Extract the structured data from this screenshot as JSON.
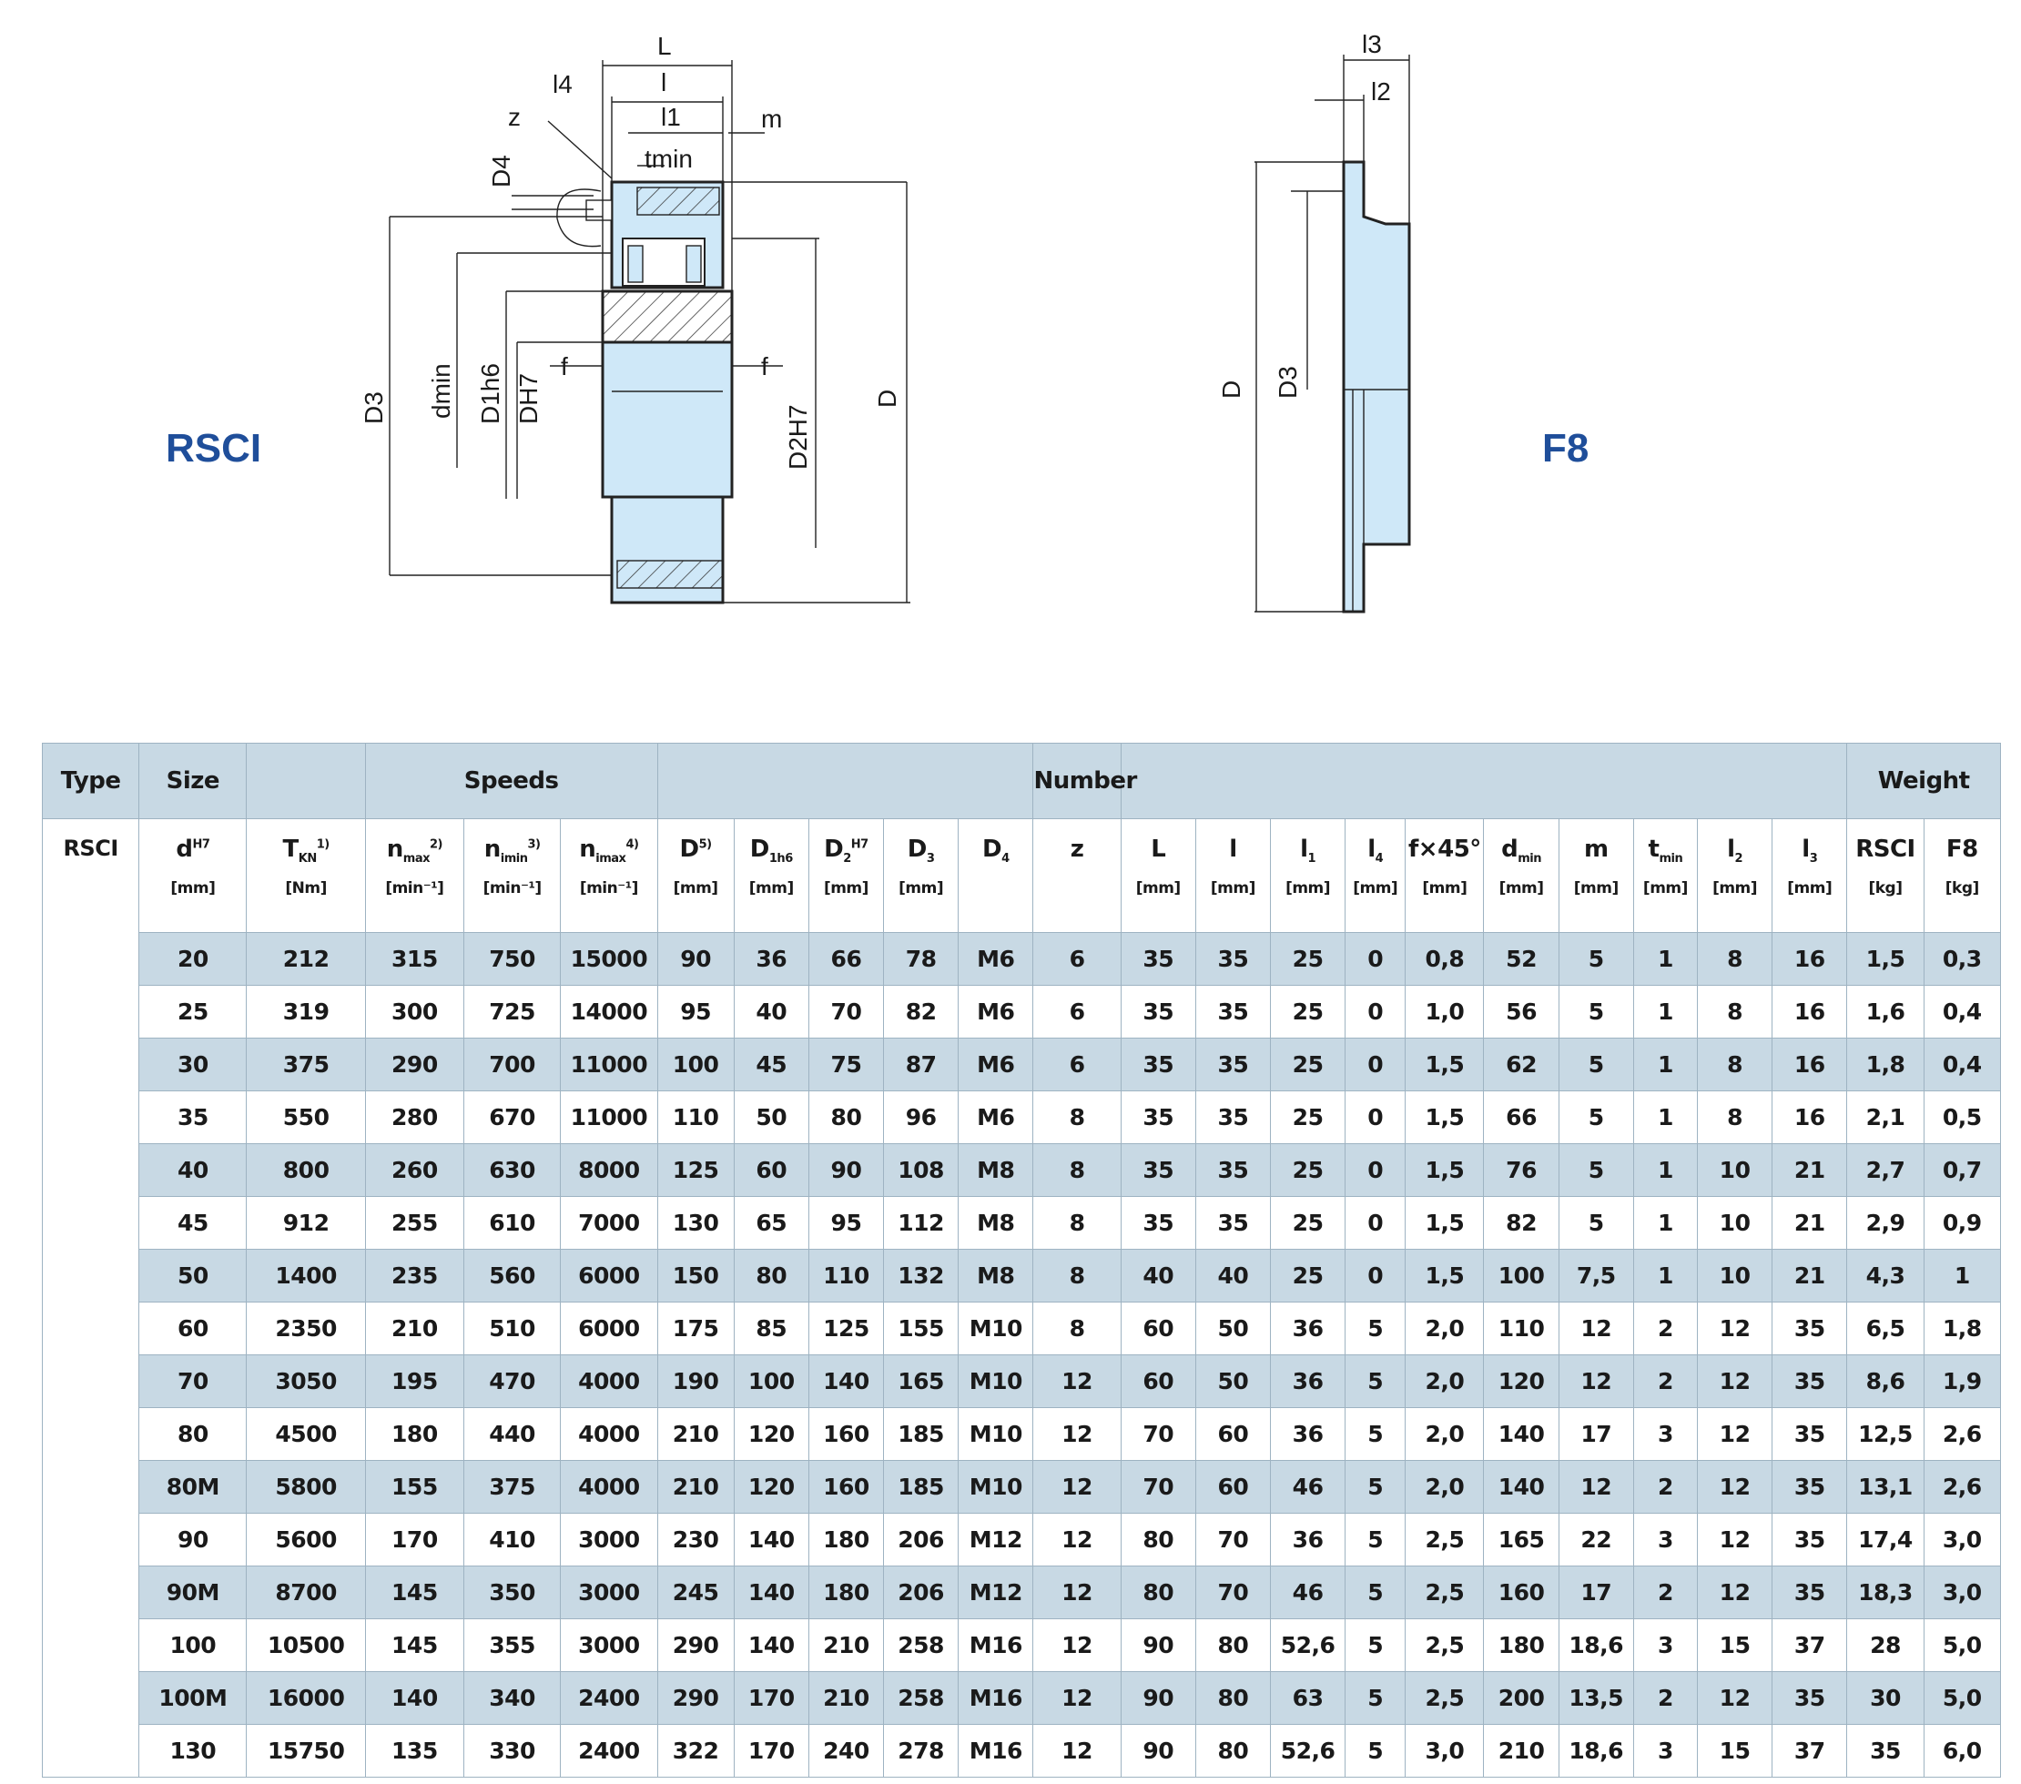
{
  "labels": {
    "rsci": "RSCI",
    "f8": "F8"
  },
  "drawing_labels": {
    "L": "L",
    "l": "l",
    "l1": "l1",
    "l4": "l4",
    "m": "m",
    "z": "z",
    "tmin": "tmin",
    "D4": "D4",
    "D3": "D3",
    "dmin": "dmin",
    "D1h6": "D1h6",
    "DH7": "DH7",
    "f": "f",
    "D2H7": "D2H7",
    "D": "D",
    "l3": "l3",
    "l2": "l2"
  },
  "colors": {
    "part_fill": "#cfe8f8",
    "header_bg": "#c8d9e4",
    "border": "#9eb3c2",
    "brand": "#1f4e9a"
  },
  "table": {
    "group_headers": {
      "type": "Type",
      "size": "Size",
      "speeds": "Speeds",
      "number": "Number",
      "weight": "Weight"
    },
    "columns": [
      {
        "sym": "d",
        "sup": "H7",
        "unit": "[mm]"
      },
      {
        "sym": "T",
        "sub": "KN",
        "sup": "1)",
        "unit": "[Nm]"
      },
      {
        "sym": "n",
        "sub": "max",
        "sup": "2)",
        "unit": "[min⁻¹]"
      },
      {
        "sym": "n",
        "sub": "imin",
        "sup": "3)",
        "unit": "[min⁻¹]"
      },
      {
        "sym": "n",
        "sub": "imax",
        "sup": "4)",
        "unit": "[min⁻¹]"
      },
      {
        "sym": "D",
        "sup": "5)",
        "unit": "[mm]"
      },
      {
        "sym": "D",
        "sub": "1h6",
        "unit": "[mm]"
      },
      {
        "sym": "D",
        "sub": "2",
        "sup": "H7",
        "unit": "[mm]"
      },
      {
        "sym": "D",
        "sub": "3",
        "unit": "[mm]"
      },
      {
        "sym": "D",
        "sub": "4",
        "unit": ""
      },
      {
        "sym": "z",
        "unit": ""
      },
      {
        "sym": "L",
        "unit": "[mm]"
      },
      {
        "sym": "l",
        "unit": "[mm]"
      },
      {
        "sym": "l",
        "sub": "1",
        "unit": "[mm]"
      },
      {
        "sym": "l",
        "sub": "4",
        "unit": "[mm]"
      },
      {
        "sym": "f×45°",
        "unit": "[mm]"
      },
      {
        "sym": "d",
        "sub": "min",
        "unit": "[mm]"
      },
      {
        "sym": "m",
        "unit": "[mm]"
      },
      {
        "sym": "t",
        "sub": "min",
        "unit": "[mm]"
      },
      {
        "sym": "l",
        "sub": "2",
        "unit": "[mm]"
      },
      {
        "sym": "l",
        "sub": "3",
        "unit": "[mm]"
      },
      {
        "sym": "RSCI",
        "unit": "[kg]"
      },
      {
        "sym": "F8",
        "unit": "[kg]"
      }
    ],
    "type_value": "RSCI",
    "rows": [
      [
        "20",
        "212",
        "315",
        "750",
        "15000",
        "90",
        "36",
        "66",
        "78",
        "M6",
        "6",
        "35",
        "35",
        "25",
        "0",
        "0,8",
        "52",
        "5",
        "1",
        "8",
        "16",
        "1,5",
        "0,3"
      ],
      [
        "25",
        "319",
        "300",
        "725",
        "14000",
        "95",
        "40",
        "70",
        "82",
        "M6",
        "6",
        "35",
        "35",
        "25",
        "0",
        "1,0",
        "56",
        "5",
        "1",
        "8",
        "16",
        "1,6",
        "0,4"
      ],
      [
        "30",
        "375",
        "290",
        "700",
        "11000",
        "100",
        "45",
        "75",
        "87",
        "M6",
        "6",
        "35",
        "35",
        "25",
        "0",
        "1,5",
        "62",
        "5",
        "1",
        "8",
        "16",
        "1,8",
        "0,4"
      ],
      [
        "35",
        "550",
        "280",
        "670",
        "11000",
        "110",
        "50",
        "80",
        "96",
        "M6",
        "8",
        "35",
        "35",
        "25",
        "0",
        "1,5",
        "66",
        "5",
        "1",
        "8",
        "16",
        "2,1",
        "0,5"
      ],
      [
        "40",
        "800",
        "260",
        "630",
        "8000",
        "125",
        "60",
        "90",
        "108",
        "M8",
        "8",
        "35",
        "35",
        "25",
        "0",
        "1,5",
        "76",
        "5",
        "1",
        "10",
        "21",
        "2,7",
        "0,7"
      ],
      [
        "45",
        "912",
        "255",
        "610",
        "7000",
        "130",
        "65",
        "95",
        "112",
        "M8",
        "8",
        "35",
        "35",
        "25",
        "0",
        "1,5",
        "82",
        "5",
        "1",
        "10",
        "21",
        "2,9",
        "0,9"
      ],
      [
        "50",
        "1400",
        "235",
        "560",
        "6000",
        "150",
        "80",
        "110",
        "132",
        "M8",
        "8",
        "40",
        "40",
        "25",
        "0",
        "1,5",
        "100",
        "7,5",
        "1",
        "10",
        "21",
        "4,3",
        "1"
      ],
      [
        "60",
        "2350",
        "210",
        "510",
        "6000",
        "175",
        "85",
        "125",
        "155",
        "M10",
        "8",
        "60",
        "50",
        "36",
        "5",
        "2,0",
        "110",
        "12",
        "2",
        "12",
        "35",
        "6,5",
        "1,8"
      ],
      [
        "70",
        "3050",
        "195",
        "470",
        "4000",
        "190",
        "100",
        "140",
        "165",
        "M10",
        "12",
        "60",
        "50",
        "36",
        "5",
        "2,0",
        "120",
        "12",
        "2",
        "12",
        "35",
        "8,6",
        "1,9"
      ],
      [
        "80",
        "4500",
        "180",
        "440",
        "4000",
        "210",
        "120",
        "160",
        "185",
        "M10",
        "12",
        "70",
        "60",
        "36",
        "5",
        "2,0",
        "140",
        "17",
        "3",
        "12",
        "35",
        "12,5",
        "2,6"
      ],
      [
        "80M",
        "5800",
        "155",
        "375",
        "4000",
        "210",
        "120",
        "160",
        "185",
        "M10",
        "12",
        "70",
        "60",
        "46",
        "5",
        "2,0",
        "140",
        "12",
        "2",
        "12",
        "35",
        "13,1",
        "2,6"
      ],
      [
        "90",
        "5600",
        "170",
        "410",
        "3000",
        "230",
        "140",
        "180",
        "206",
        "M12",
        "12",
        "80",
        "70",
        "36",
        "5",
        "2,5",
        "165",
        "22",
        "3",
        "12",
        "35",
        "17,4",
        "3,0"
      ],
      [
        "90M",
        "8700",
        "145",
        "350",
        "3000",
        "245",
        "140",
        "180",
        "206",
        "M12",
        "12",
        "80",
        "70",
        "46",
        "5",
        "2,5",
        "160",
        "17",
        "2",
        "12",
        "35",
        "18,3",
        "3,0"
      ],
      [
        "100",
        "10500",
        "145",
        "355",
        "3000",
        "290",
        "140",
        "210",
        "258",
        "M16",
        "12",
        "90",
        "80",
        "52,6",
        "5",
        "2,5",
        "180",
        "18,6",
        "3",
        "15",
        "37",
        "28",
        "5,0"
      ],
      [
        "100M",
        "16000",
        "140",
        "340",
        "2400",
        "290",
        "170",
        "210",
        "258",
        "M16",
        "12",
        "90",
        "80",
        "63",
        "5",
        "2,5",
        "200",
        "13,5",
        "2",
        "12",
        "35",
        "30",
        "5,0"
      ],
      [
        "130",
        "15750",
        "135",
        "330",
        "2400",
        "322",
        "170",
        "240",
        "278",
        "M16",
        "12",
        "90",
        "80",
        "52,6",
        "5",
        "3,0",
        "210",
        "18,6",
        "3",
        "15",
        "37",
        "35",
        "6,0"
      ]
    ]
  }
}
